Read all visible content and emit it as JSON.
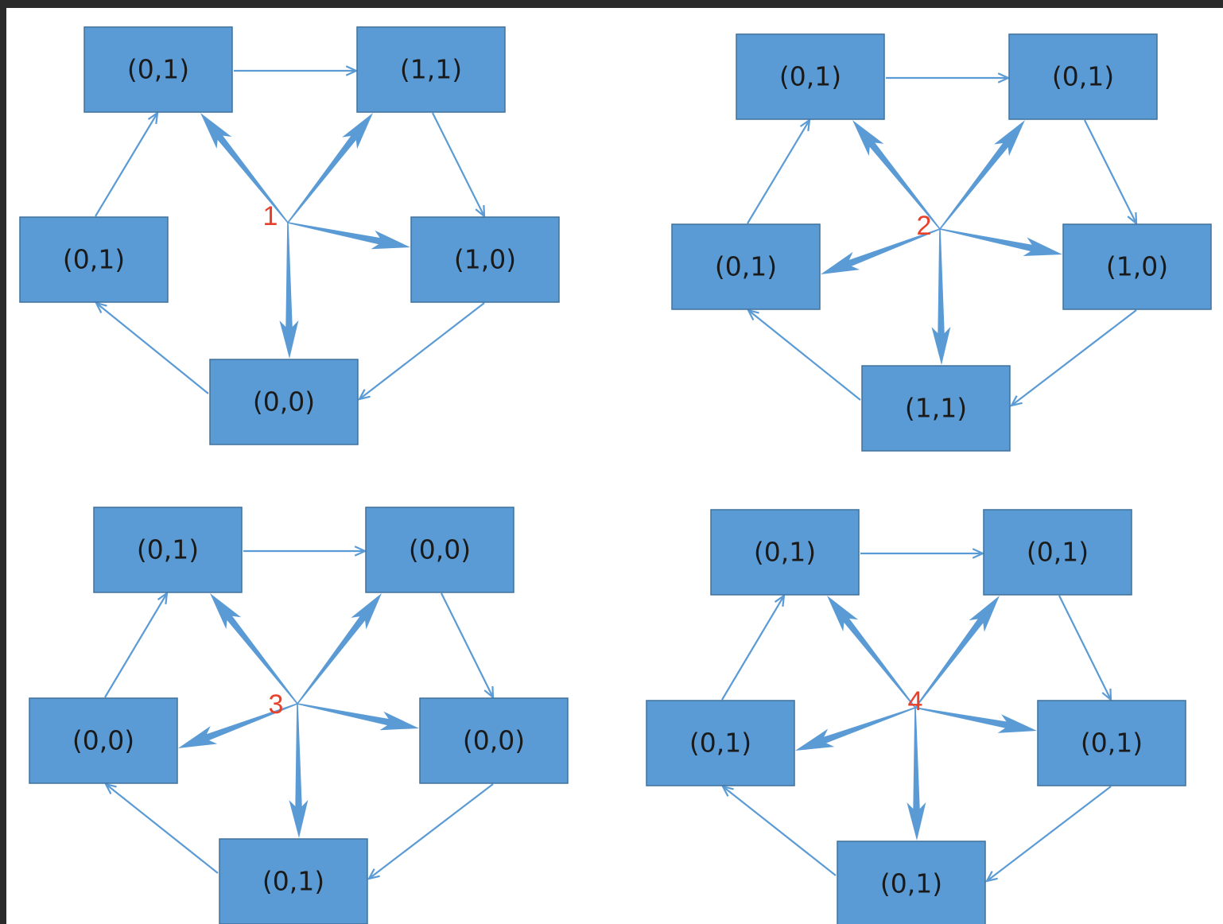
{
  "colors": {
    "node_fill": "#5b9bd5",
    "node_border": "#41719c",
    "edge": "#5b9bd5",
    "hub_label": "#e8402a",
    "text": "#1a1a1a",
    "background": "#ffffff"
  },
  "graphs": [
    {
      "id": "graph-1",
      "hub_label": "1",
      "nodes": {
        "top_left": "(0,1)",
        "top_right": "(1,1)",
        "mid_left": "(0,1)",
        "mid_right": "(1,0)",
        "bottom": "(0,0)"
      }
    },
    {
      "id": "graph-2",
      "hub_label": "2",
      "nodes": {
        "top_left": "(0,1)",
        "top_right": "(0,1)",
        "mid_left": "(0,1)",
        "mid_right": "(1,0)",
        "bottom": "(1,1)"
      }
    },
    {
      "id": "graph-3",
      "hub_label": "3",
      "nodes": {
        "top_left": "(0,1)",
        "top_right": "(0,0)",
        "mid_left": "(0,0)",
        "mid_right": "(0,0)",
        "bottom": "(0,1)"
      }
    },
    {
      "id": "graph-4",
      "hub_label": "4",
      "nodes": {
        "top_left": "(0,1)",
        "top_right": "(0,1)",
        "mid_left": "(0,1)",
        "mid_right": "(0,1)",
        "bottom": "(0,1)"
      }
    }
  ]
}
